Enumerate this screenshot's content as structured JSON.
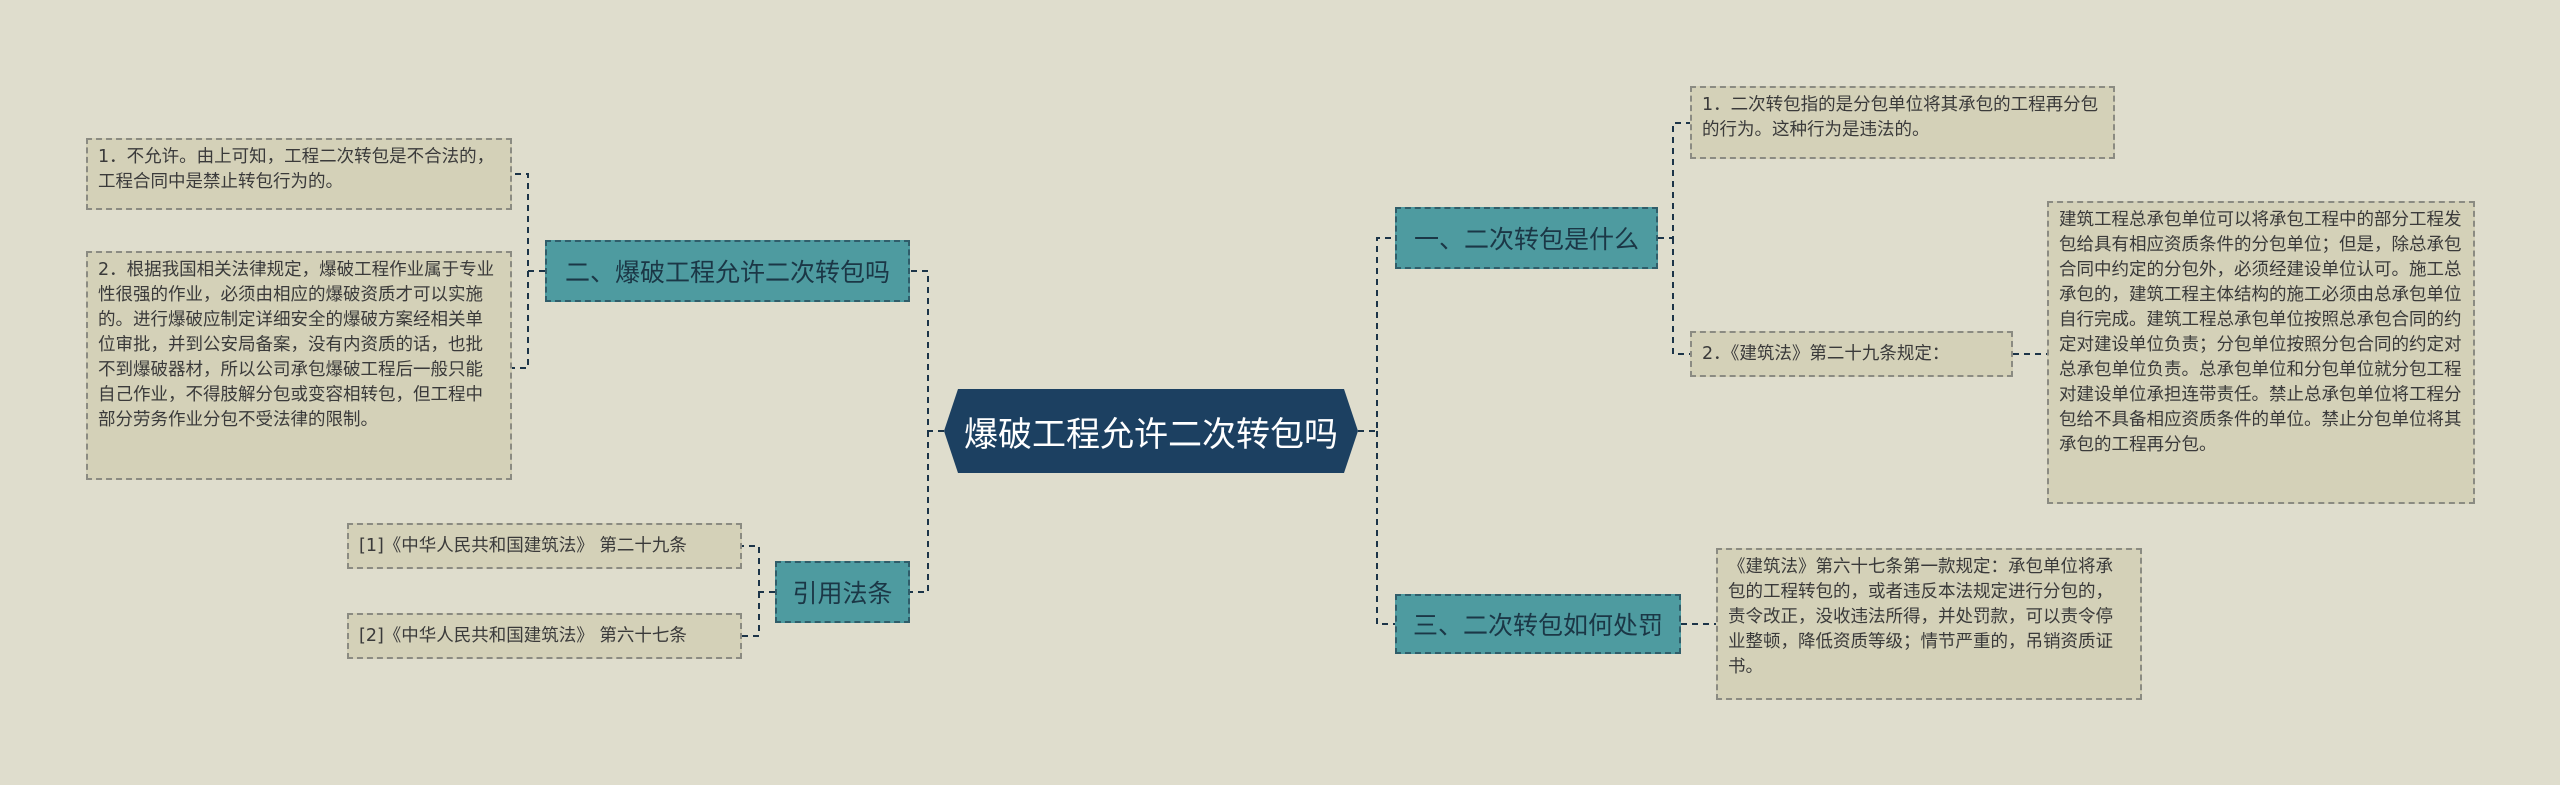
{
  "root": "爆破工程允许二次转包吗",
  "left": {
    "b1": {
      "label": "二、爆破工程允许二次转包吗",
      "leaves": [
        "1．不允许。由上可知，工程二次转包是不合法的，工程合同中是禁止转包行为的。",
        "2．根据我国相关法律规定，爆破工程作业属于专业性很强的作业，必须由相应的爆破资质才可以实施的。进行爆破应制定详细安全的爆破方案经相关单位审批，并到公安局备案，没有内资质的话，也批不到爆破器材，所以公司承包爆破工程后一般只能自己作业，不得肢解分包或变容相转包，但工程中部分劳务作业分包不受法律的限制。"
      ]
    },
    "b2": {
      "label": "引用法条",
      "leaves": [
        "[1]《中华人民共和国建筑法》 第二十九条",
        "[2]《中华人民共和国建筑法》 第六十七条"
      ]
    }
  },
  "right": {
    "b1": {
      "label": "一、二次转包是什么",
      "leaves": [
        "1．二次转包指的是分包单位将其承包的工程再分包的行为。这种行为是违法的。",
        "2．《建筑法》第二十九条规定："
      ],
      "subleaf": "建筑工程总承包单位可以将承包工程中的部分工程发包给具有相应资质条件的分包单位；但是，除总承包合同中约定的分包外，必须经建设单位认可。施工总承包的，建筑工程主体结构的施工必须由总承包单位自行完成。建筑工程总承包单位按照总承包合同的约定对建设单位负责；分包单位按照分包合同的约定对总承包单位负责。总承包单位和分包单位就分包工程对建设单位承担连带责任。禁止总承包单位将工程分包给不具备相应资质条件的单位。禁止分包单位将其承包的工程再分包。"
    },
    "b2": {
      "label": "三、二次转包如何处罚",
      "leaves": [
        "《建筑法》第六十七条第一款规定：承包单位将承包的工程转包的，或者违反本法规定进行分包的，责令改正，没收违法所得，并处罚款，可以责令停业整顿，降低资质等级；情节严重的，吊销资质证书。"
      ]
    }
  },
  "colors": {
    "background": "#dfddcd",
    "root": "#1c4061",
    "branch": "#4e9ba0",
    "leaf": "#d4d1b8",
    "line": "#1c3448"
  }
}
